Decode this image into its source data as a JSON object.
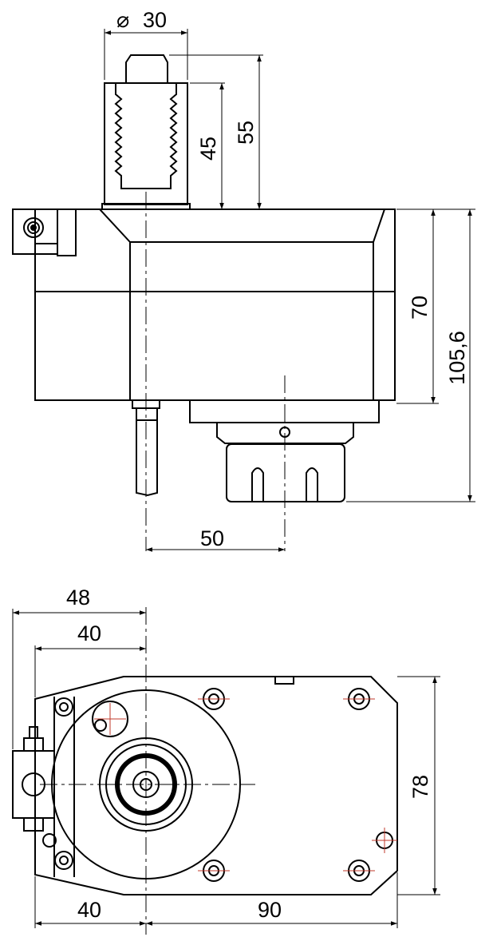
{
  "dimensions": {
    "shank_diameter_symbol": "⌀",
    "shank_diameter": "30",
    "shank_length": "45",
    "shank_total": "55",
    "body_height": "70",
    "overall_height": "105,6",
    "axis_offset": "50",
    "top_left_outer": "48",
    "top_left_inner": "40",
    "width": "78",
    "bottom_left": "40",
    "bottom_right": "90"
  },
  "colors": {
    "line": "#000000",
    "center_mark": "#c0392b"
  }
}
